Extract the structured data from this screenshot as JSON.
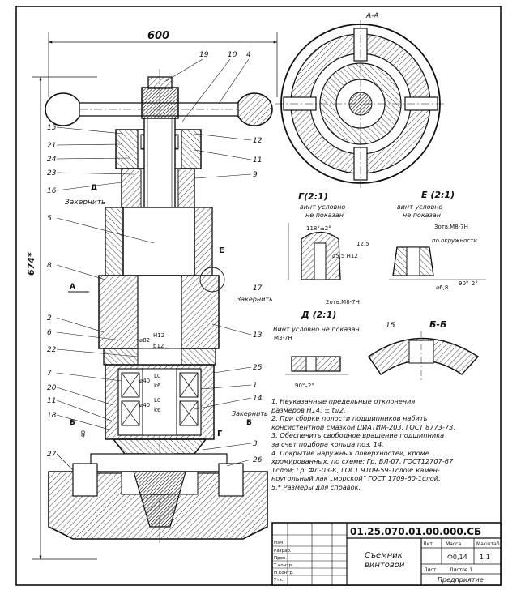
{
  "drawing": {
    "overall_width": "600",
    "overall_height": "674*",
    "section_label": "А-А",
    "callouts_left": [
      "15",
      "21",
      "24",
      "23",
      "16",
      "5",
      "8",
      "2",
      "6",
      "22",
      "7",
      "20",
      "11",
      "18",
      "27"
    ],
    "callouts_right": [
      "12",
      "11",
      "9",
      "17",
      "13",
      "25",
      "1",
      "14",
      "3",
      "26"
    ],
    "callouts_top": [
      "19",
      "10",
      "4"
    ],
    "zakernit_1": "Закернить",
    "zakernit_2": "Закернить",
    "zakernit_3": "Закернить",
    "fit_1_top": "H12",
    "fit_1_bottom": "b12",
    "fit_1_dia": "⌀82",
    "fit_2_top": "L0",
    "fit_2_bottom": "k6",
    "fit_2_dia": "⌀40",
    "fit_3_top": "L0",
    "fit_3_bottom": "k6",
    "fit_3_dia": "⌀40",
    "marker_A": "А",
    "marker_B": "Б",
    "marker_E": "Е",
    "marker_G": "Г",
    "marker_D": "Д",
    "dim_40": "40"
  },
  "details": {
    "g_title": "Г(2:1)",
    "g_note": "винт условно не показан",
    "e_title": "Е (2:1)",
    "e_note": "винт условно не показан",
    "e_thread": "3отв.М8-7Н",
    "e_ok": "по окружности",
    "d_title": "Д (2:1)",
    "d_note": "Винт условно не показан",
    "d_thread": "М3-7Н",
    "bb_title": "Б-Б",
    "bb_num": "15",
    "g_angle": "118°±2°",
    "g_dia": "⌀5,5 Н12",
    "g_thread": "2отв.М8-7Н",
    "g_r": "12,5",
    "e_angle": "90°–2°",
    "e_dia": "⌀6,8",
    "d_angle": "90°–2°"
  },
  "notes": [
    "1. Неуказанные предельные отклонения",
    "   размеров Н14, ± t₂/2.",
    "2. При сборке полости подшипников набить",
    "   консистентной смазкой ЦИАТИМ-203, ГОСТ 8773-73.",
    "3. Обеспечить свободное вращение подшипника",
    "   за счет подбора кольца поз. 14.",
    "4. Покрытие наружных поверхностей, кроме",
    "   хромированных, по схеме: Гр. ВЛ-07, ГОСТ12707-67",
    "   1слой; Гр. ФЛ-03-К, ГОСТ 9109-59-1слой; камен-",
    "   ноугольный лак „морской“ ГОСТ 1709-60-1слой.",
    "5.* Размеры для справок."
  ],
  "title_block": {
    "doc_number": "01.25.070.01.00.000.СБ",
    "name_line1": "Съемник",
    "name_line2": "винтовой",
    "litera": "",
    "mass": "Ф0,14",
    "scale": "1:1",
    "sheet_label": "Лист",
    "sheets_label": "Листов 1",
    "company": "Предприятие",
    "roles": [
      "Изм",
      "Разраб.",
      "Пров.",
      "Т.контр.",
      "Н.контр.",
      "Утв."
    ],
    "headers": [
      "Лит.",
      "Масса",
      "Масштаб"
    ]
  }
}
